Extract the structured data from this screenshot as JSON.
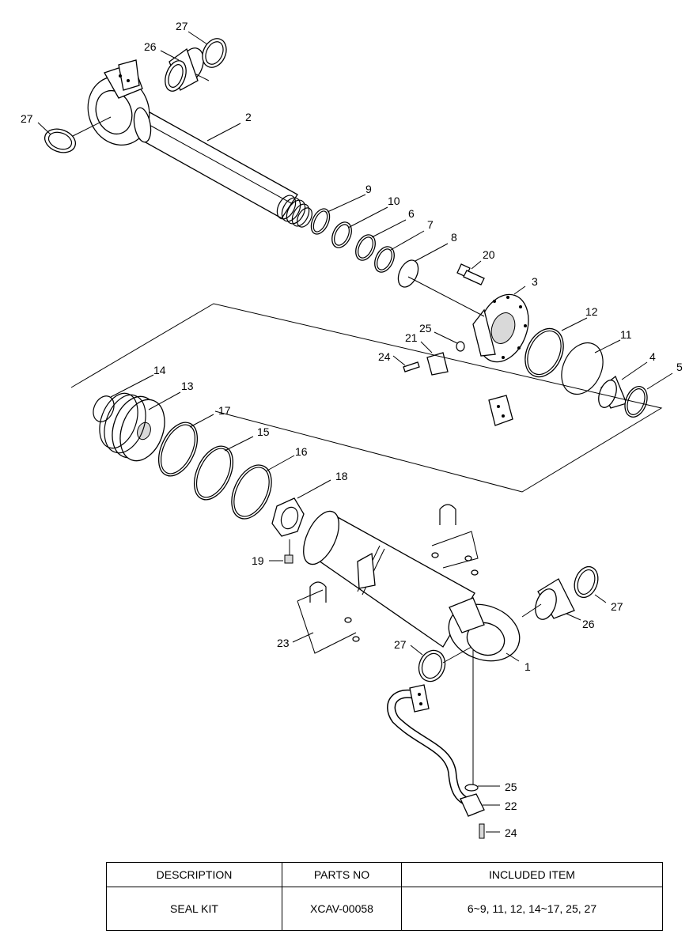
{
  "callouts": {
    "c1": "1",
    "c2": "2",
    "c3": "3",
    "c4": "4",
    "c5": "5",
    "c6": "6",
    "c7": "7",
    "c8": "8",
    "c9": "9",
    "c10": "10",
    "c11": "11",
    "c12": "12",
    "c13": "13",
    "c14": "14",
    "c15": "15",
    "c16": "16",
    "c17": "17",
    "c18": "18",
    "c19": "19",
    "c20": "20",
    "c21": "21",
    "c22": "22",
    "c23": "23",
    "c24a": "24",
    "c24b": "24",
    "c25a": "25",
    "c25b": "25",
    "c26a": "26",
    "c26b": "26",
    "c27a": "27",
    "c27b": "27",
    "c27c": "27",
    "c27d": "27"
  },
  "table": {
    "headers": [
      "DESCRIPTION",
      "PARTS NO",
      "INCLUDED ITEM"
    ],
    "rows": [
      [
        "SEAL KIT",
        "XCAV-00058",
        "6~9, 11, 12, 14~17, 25, 27"
      ]
    ]
  }
}
